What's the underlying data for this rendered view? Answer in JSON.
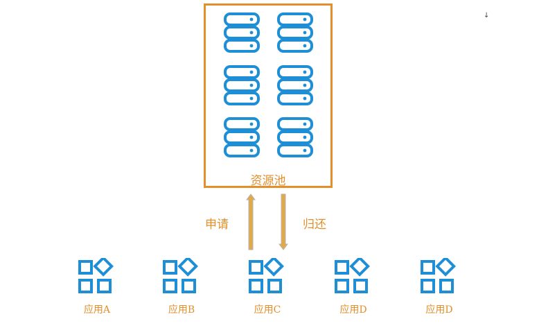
{
  "resource_pool": {
    "label": "资源池",
    "server_icons": [
      "server-icon",
      "server-icon",
      "server-icon",
      "server-icon",
      "server-icon",
      "server-icon"
    ]
  },
  "arrows": {
    "request_label": "申请",
    "return_label": "归还"
  },
  "applications": [
    {
      "label": "应用A",
      "icon": "app-grid-icon"
    },
    {
      "label": "应用B",
      "icon": "app-grid-icon"
    },
    {
      "label": "应用C",
      "icon": "app-grid-icon"
    },
    {
      "label": "应用D",
      "icon": "app-grid-icon"
    },
    {
      "label": "应用D",
      "icon": "app-grid-icon"
    }
  ],
  "corner_mark": "↓",
  "colors": {
    "accent_orange": "#e28f2c",
    "icon_blue": "#1e8fd6",
    "arrow_fill": "#e0a94a"
  }
}
